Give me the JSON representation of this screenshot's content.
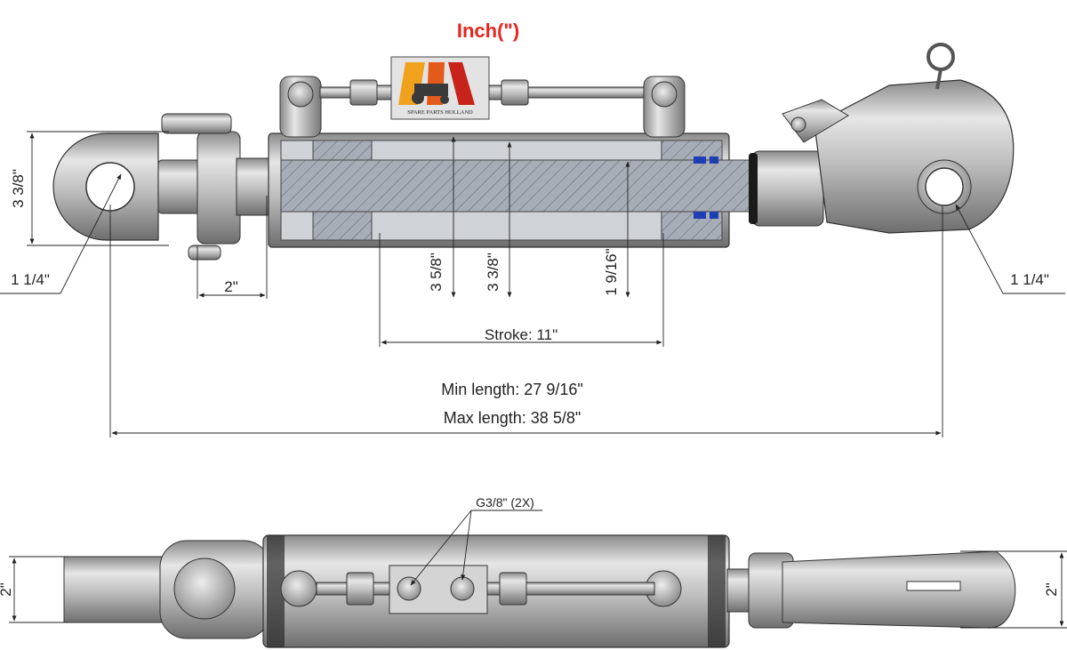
{
  "title": "Inch(\")",
  "logo": {
    "text": "SPARE PARTS HOLLAND",
    "colors": [
      "#f0a21e",
      "#e35a1b",
      "#c8231b"
    ]
  },
  "top_view": {
    "eye_height": "3 3/8\"",
    "pin_hole_left": "1 1/4\"",
    "clevis_width": "2\"",
    "barrel_diameter": "3 5/8\"",
    "bore_diameter": "3 3/8\"",
    "rod_diameter": "1 9/16\"",
    "stroke": "Stroke:  11\"",
    "pin_hole_right": "1 1/4\"",
    "min_length": "Min length: 27 9/16\"",
    "max_length": "Max length: 38 5/8\""
  },
  "bottom_view": {
    "port_label": "G3/8\" (2X)",
    "width_left": "2\"",
    "width_right": "2\""
  },
  "colors": {
    "title": "#e8241e",
    "metal_dark": "#7f7f7f",
    "metal_light": "#d9d9d9",
    "section": "#a3a9b3",
    "seal": "#1d3fb3"
  }
}
